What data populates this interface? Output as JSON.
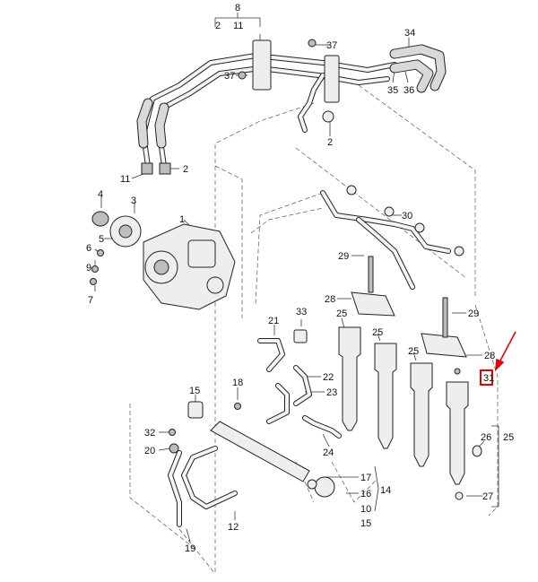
{
  "diagram": {
    "accent_color": "#e60000",
    "labels": {
      "l8": "8",
      "l2a": "2",
      "l11a": "11",
      "l37a": "37",
      "l37b": "37",
      "l34": "34",
      "l35": "35",
      "l36": "36",
      "l2b": "2",
      "l11b": "11",
      "l2c": "2",
      "l4": "4",
      "l3": "3",
      "l1": "1",
      "l5": "5",
      "l6": "6",
      "l9": "9",
      "l7": "7",
      "l30": "30",
      "l29a": "29",
      "l28a": "28",
      "l33": "33",
      "l21": "21",
      "l25a": "25",
      "l25b": "25",
      "l25c": "25",
      "l29b": "29",
      "l28b": "28",
      "l22": "22",
      "l23": "23",
      "l15": "15",
      "l18": "18",
      "l32": "32",
      "l20": "20",
      "l24": "24",
      "l26": "26",
      "l25d": "25",
      "l17": "17",
      "l16": "16",
      "l14": "14",
      "l10": "10",
      "l15b": "15",
      "l27": "27",
      "l12": "12",
      "l19": "19",
      "l31": "31"
    }
  }
}
